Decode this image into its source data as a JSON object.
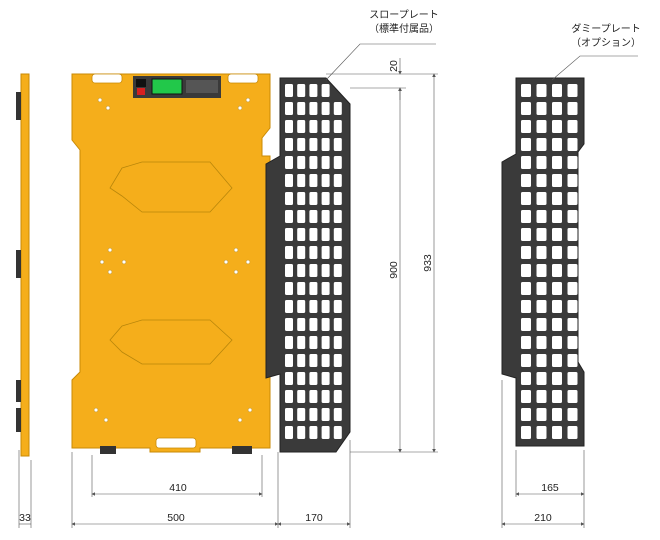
{
  "labels": {
    "slope_plate": "スロープレート",
    "slope_plate_note": "（標準付属品）",
    "dummy_plate": "ダミープレート",
    "dummy_plate_note": "（オプション）"
  },
  "dimensions": {
    "side_thickness": "33",
    "inner_width": "410",
    "body_width": "500",
    "slope_width": "170",
    "top_offset": "20",
    "slope_height": "900",
    "total_height": "933",
    "dummy_inner_width": "165",
    "dummy_width": "210"
  },
  "colors": {
    "body": "#F5AE1B",
    "body_edge": "#C98A05",
    "plate": "#3A3A3A",
    "dim_line": "#555555"
  }
}
